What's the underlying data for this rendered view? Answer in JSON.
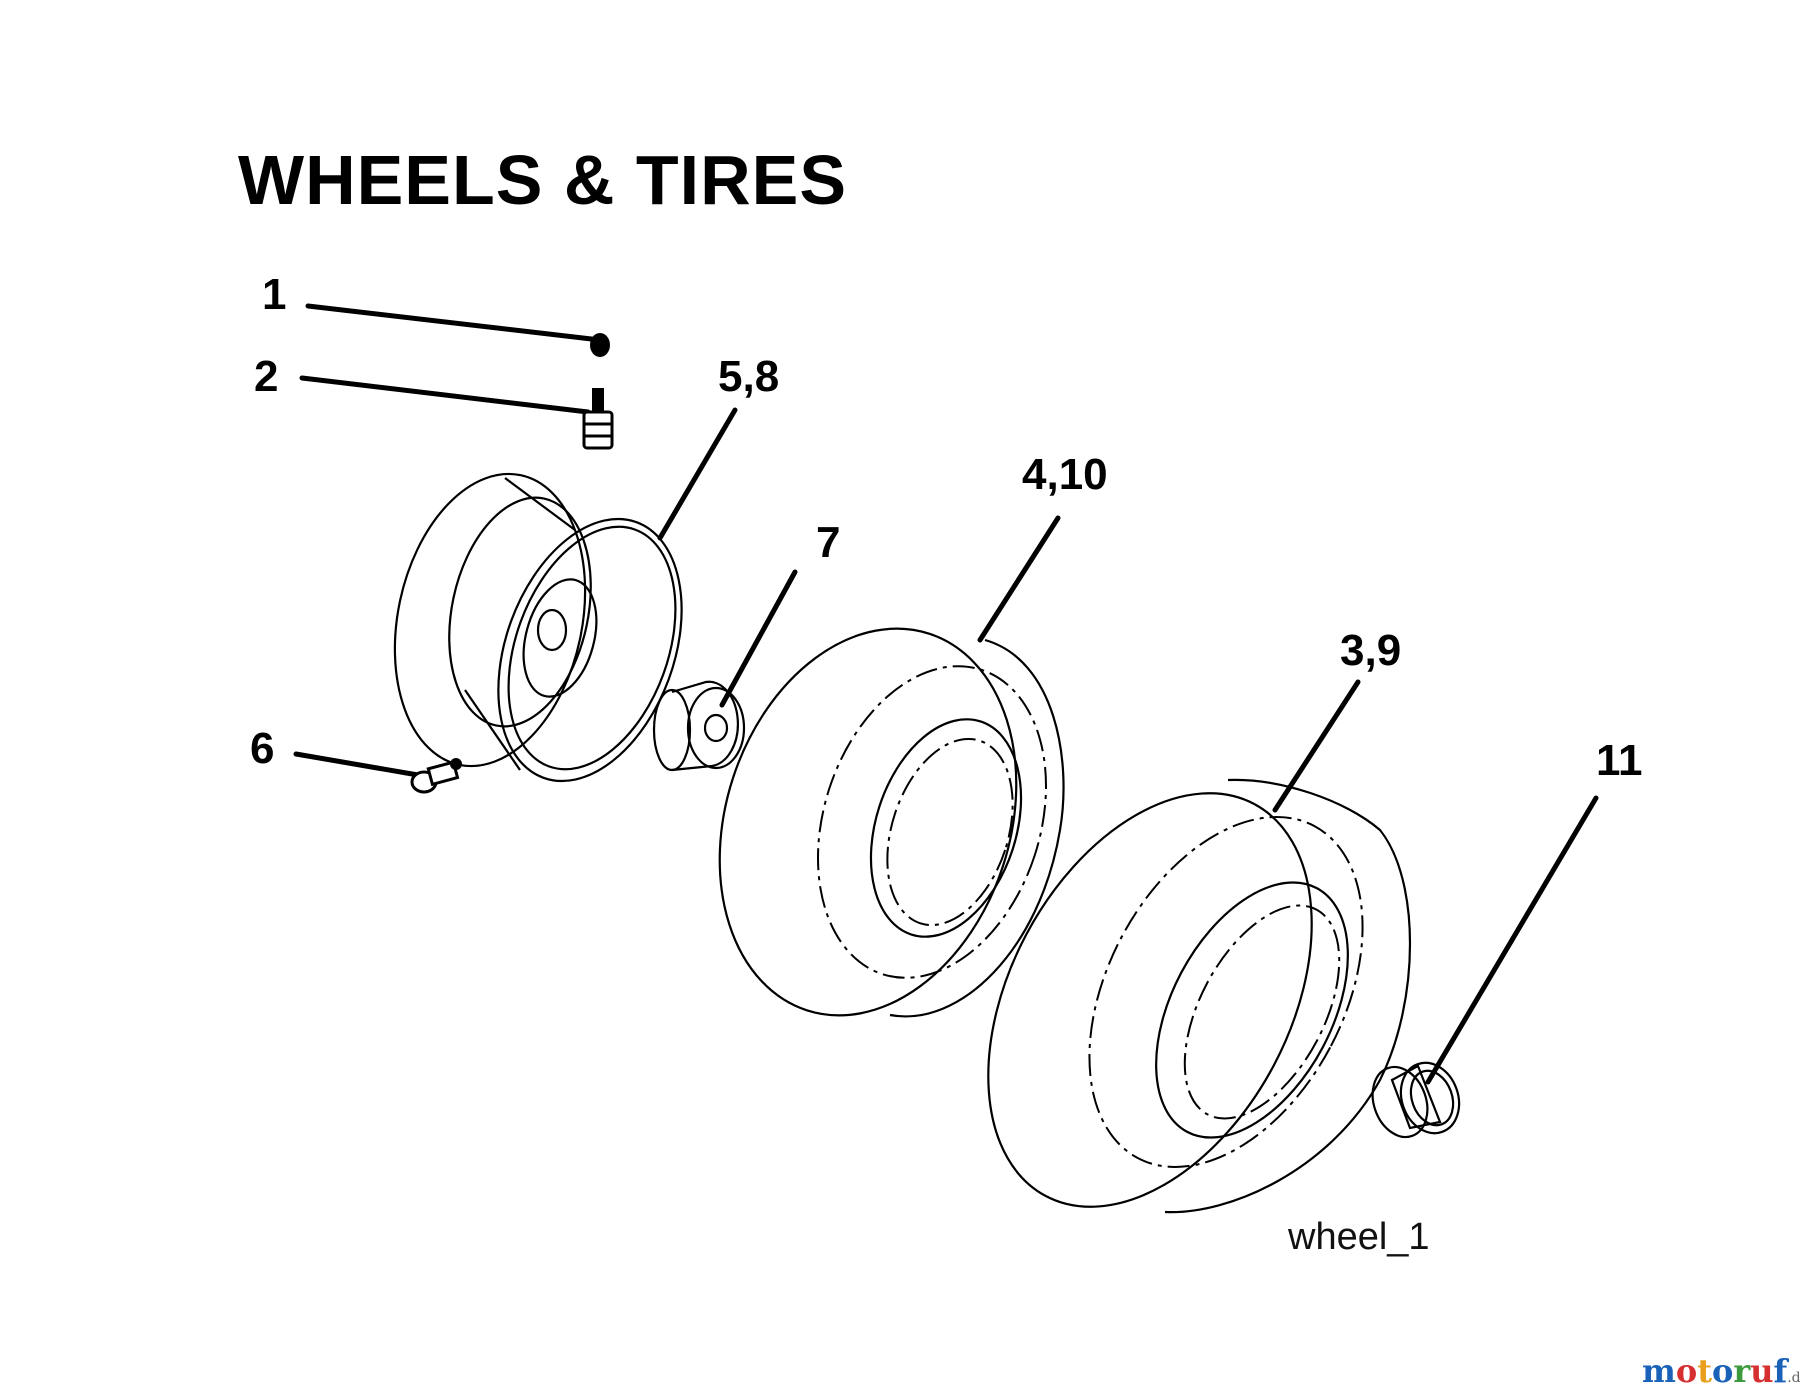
{
  "title": "WHEELS & TIRES",
  "callouts": [
    {
      "id": "c1",
      "label": "1"
    },
    {
      "id": "c2",
      "label": "2"
    },
    {
      "id": "c58",
      "label": "5,8"
    },
    {
      "id": "c410",
      "label": "4,10"
    },
    {
      "id": "c7",
      "label": "7"
    },
    {
      "id": "c39",
      "label": "3,9"
    },
    {
      "id": "c11",
      "label": "11"
    },
    {
      "id": "c6",
      "label": "6"
    }
  ],
  "figure_ref": "wheel_1",
  "watermark": {
    "letters": [
      "m",
      "o",
      "t",
      "o",
      "r",
      "u",
      "f"
    ],
    "colors": [
      "#1a62b8",
      "#d62f2f",
      "#e8a01c",
      "#1a62b8",
      "#3c9a3c",
      "#d62f2f",
      "#1a62b8"
    ],
    "tld": ".de"
  }
}
